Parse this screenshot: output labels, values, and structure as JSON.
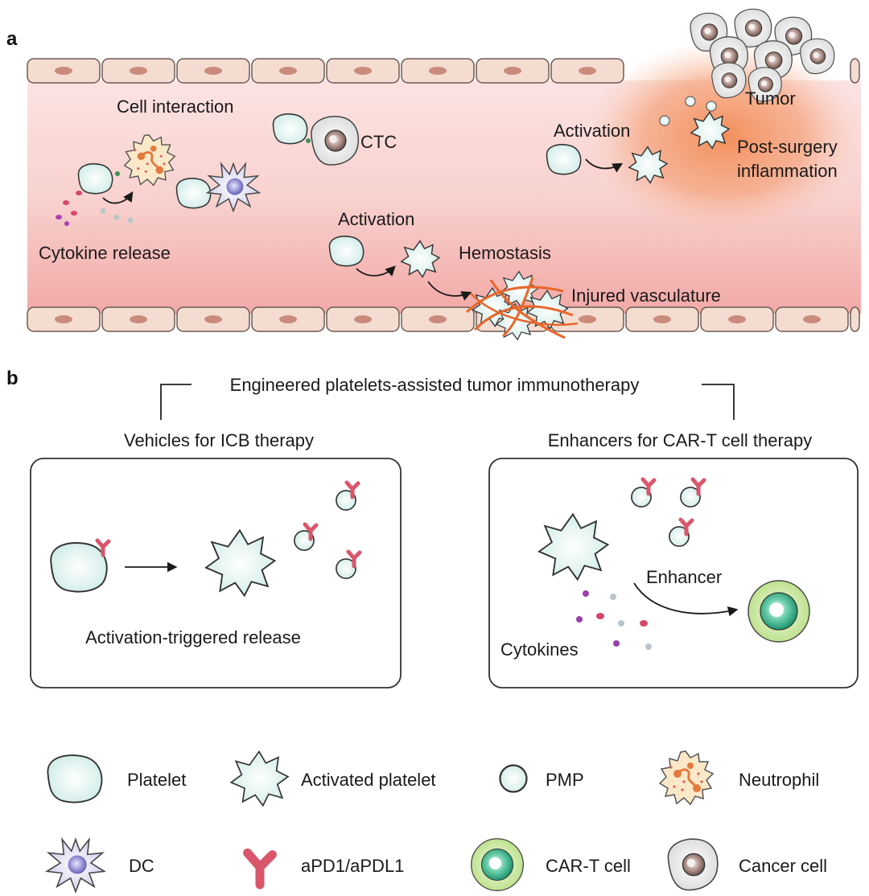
{
  "panel_a": {
    "letter": "a",
    "labels": {
      "cell_interaction": "Cell interaction",
      "ctc": "CTC",
      "tumor": "Tumor",
      "activation_top": "Activation",
      "post_surgery_1": "Post-surgery",
      "post_surgery_2": "inflammation",
      "cytokine_release": "Cytokine release",
      "activation_mid": "Activation",
      "hemostasis": "Hemostasis",
      "injured_vasculature": "Injured vasculature"
    }
  },
  "panel_b": {
    "letter": "b",
    "title": "Engineered platelets-assisted tumor immunotherapy",
    "left_heading": "Vehicles for ICB therapy",
    "left_caption": "Activation-triggered release",
    "right_heading": "Enhancers for CAR-T cell therapy",
    "right_enhancer": "Enhancer",
    "right_cytokines": "Cytokines"
  },
  "legend": [
    {
      "icon": "platelet-icon",
      "label": "Platelet"
    },
    {
      "icon": "activated-platelet-icon",
      "label": "Activated platelet"
    },
    {
      "icon": "pmp-icon",
      "label": "PMP"
    },
    {
      "icon": "neutrophil-icon",
      "label": "Neutrophil"
    },
    {
      "icon": "dc-icon",
      "label": "DC"
    },
    {
      "icon": "apd1-icon",
      "label": "aPD1/aPDL1"
    },
    {
      "icon": "car-t-cell-icon",
      "label": "CAR-T cell"
    },
    {
      "icon": "cancer-cell-icon",
      "label": "Cancer cell"
    }
  ],
  "colors": {
    "platelet_fill": "#dff2ef",
    "platelet_stroke": "#3a3a3a",
    "vessel_wall": "#f4dcd0",
    "vessel_nucleus": "#c98b7c",
    "lumen": "#f6c4c0",
    "inflammation": "#f29a6a",
    "antibody": "#d9566b",
    "fibrin": "#e8662a",
    "cart_outer": "#cdeaa6",
    "cart_inner": "#1f9e7a"
  }
}
